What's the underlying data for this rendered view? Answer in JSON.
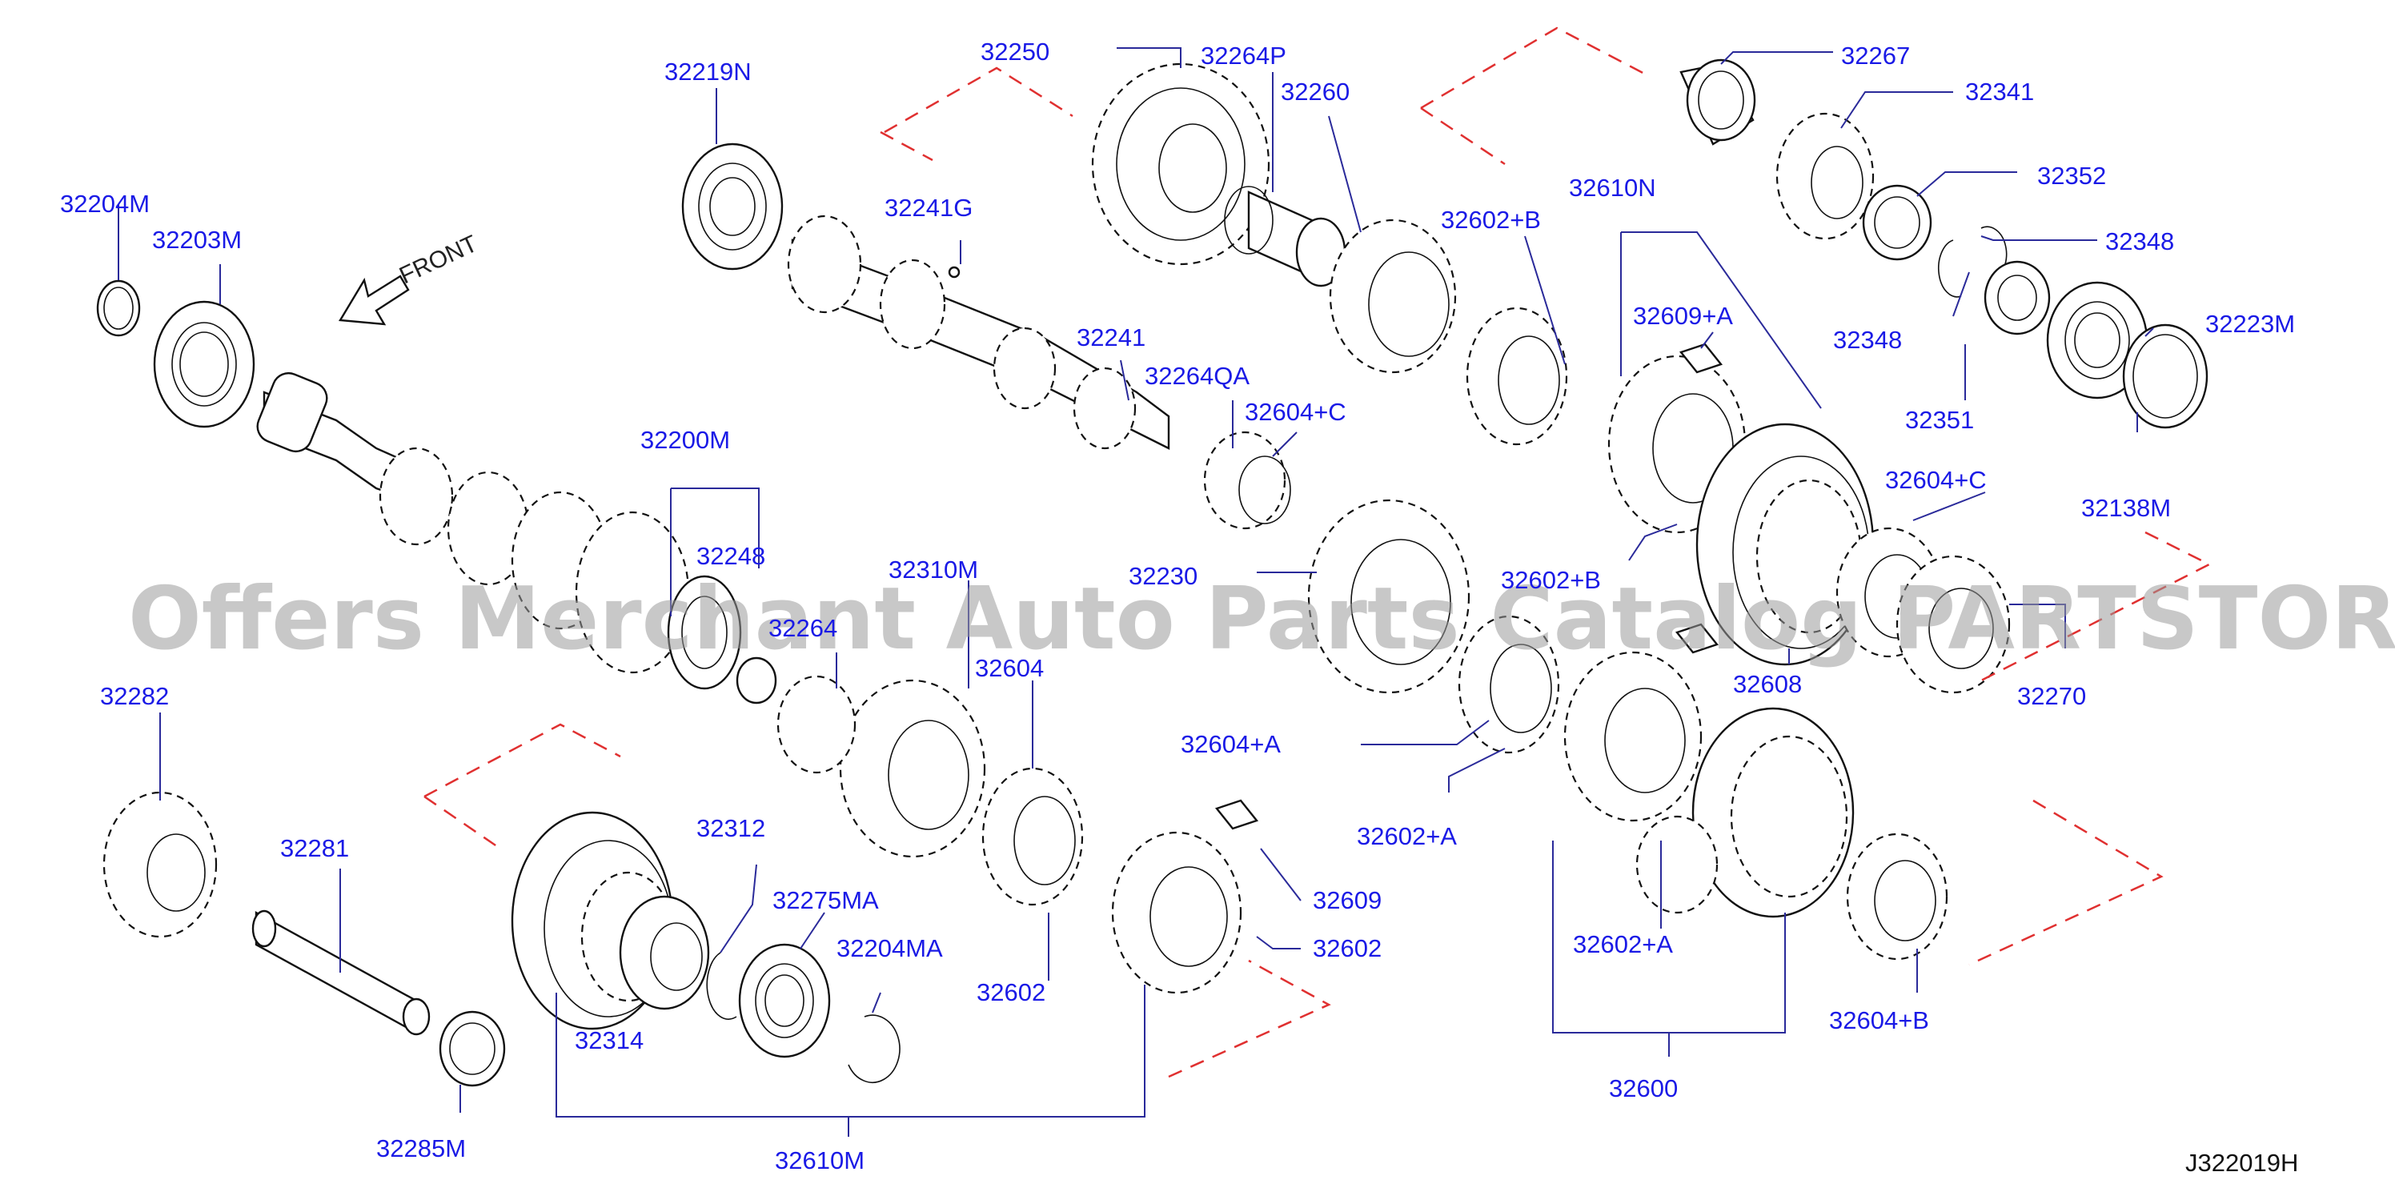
{
  "front_label": "FRONT",
  "diagram_code": "J322019H",
  "watermark": "Offers Merchant Auto Parts Catalog PARTSTORE.SA",
  "parts": [
    {
      "id": "32204M",
      "label": "32204M"
    },
    {
      "id": "32203M",
      "label": "32203M"
    },
    {
      "id": "32219N",
      "label": "32219N"
    },
    {
      "id": "32250",
      "label": "32250"
    },
    {
      "id": "32264P",
      "label": "32264P"
    },
    {
      "id": "32260",
      "label": "32260"
    },
    {
      "id": "32267",
      "label": "32267"
    },
    {
      "id": "32341",
      "label": "32341"
    },
    {
      "id": "32352",
      "label": "32352"
    },
    {
      "id": "32348a",
      "label": "32348"
    },
    {
      "id": "32348b",
      "label": "32348"
    },
    {
      "id": "32241G",
      "label": "32241G"
    },
    {
      "id": "32241",
      "label": "32241"
    },
    {
      "id": "32264QA",
      "label": "32264QA"
    },
    {
      "id": "32604C1",
      "label": "32604+C"
    },
    {
      "id": "32602B1",
      "label": "32602+B"
    },
    {
      "id": "32610N",
      "label": "32610N"
    },
    {
      "id": "32609A",
      "label": "32609+A"
    },
    {
      "id": "32223M",
      "label": "32223M"
    },
    {
      "id": "32351",
      "label": "32351"
    },
    {
      "id": "32138M",
      "label": "32138M"
    },
    {
      "id": "32200M",
      "label": "32200M"
    },
    {
      "id": "32248",
      "label": "32248"
    },
    {
      "id": "32264",
      "label": "32264"
    },
    {
      "id": "32310M",
      "label": "32310M"
    },
    {
      "id": "32230",
      "label": "32230"
    },
    {
      "id": "32602B2",
      "label": "32602+B"
    },
    {
      "id": "32604C2",
      "label": "32604+C"
    },
    {
      "id": "32608",
      "label": "32608"
    },
    {
      "id": "32270",
      "label": "32270"
    },
    {
      "id": "32282",
      "label": "32282"
    },
    {
      "id": "32604",
      "label": "32604"
    },
    {
      "id": "32604A",
      "label": "32604+A"
    },
    {
      "id": "32602A1",
      "label": "32602+A"
    },
    {
      "id": "32312",
      "label": "32312"
    },
    {
      "id": "32281",
      "label": "32281"
    },
    {
      "id": "32275MA",
      "label": "32275MA"
    },
    {
      "id": "32204MA",
      "label": "32204MA"
    },
    {
      "id": "32609",
      "label": "32609"
    },
    {
      "id": "32602a",
      "label": "32602"
    },
    {
      "id": "32602b",
      "label": "32602"
    },
    {
      "id": "32602A2",
      "label": "32602+A"
    },
    {
      "id": "32604B",
      "label": "32604+B"
    },
    {
      "id": "32314",
      "label": "32314"
    },
    {
      "id": "32285M",
      "label": "32285M"
    },
    {
      "id": "32610M",
      "label": "32610M"
    },
    {
      "id": "32600",
      "label": "32600"
    }
  ]
}
